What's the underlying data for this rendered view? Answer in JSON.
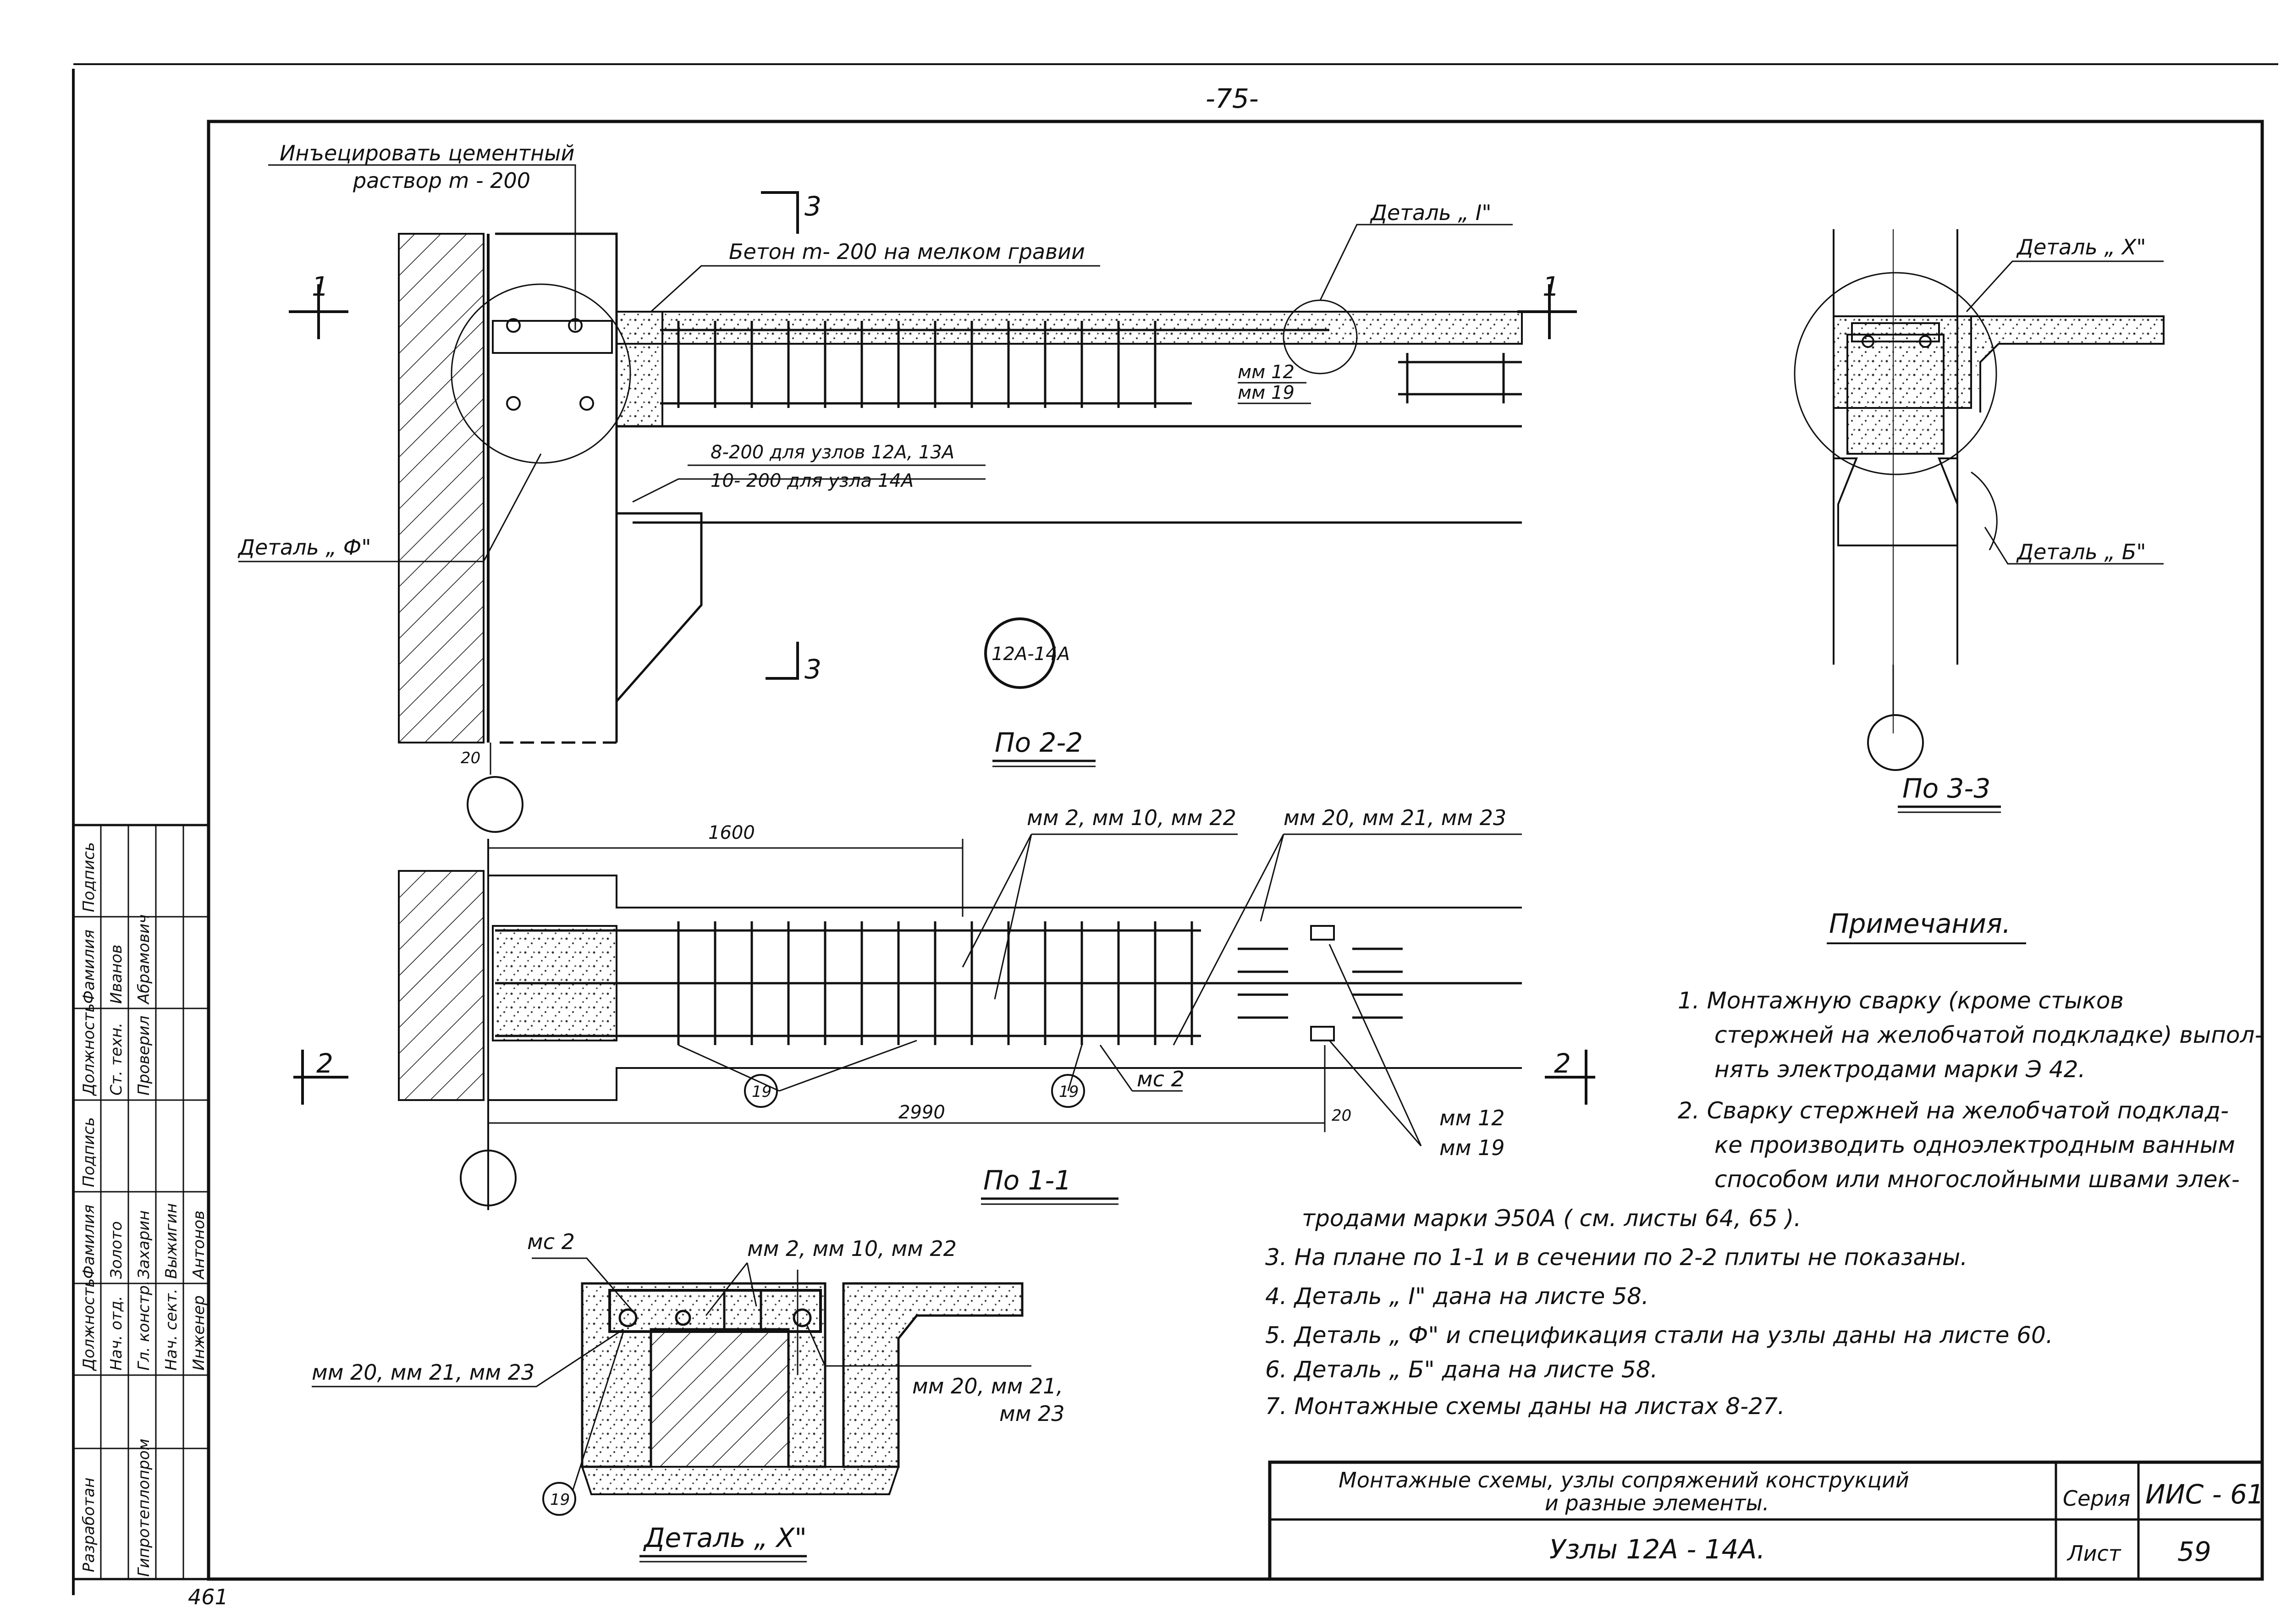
{
  "page_number": "-75-",
  "sheet_number_bottom": "461",
  "labels": {
    "inject_line1": "Инъецировать цементный",
    "inject_line2": "раствор m - 200",
    "concrete": "Бетон m- 200 на мелком гравии",
    "detail_I_top": "Деталь „ I\"",
    "detail_F": "Деталь „ Ф\"",
    "detail_X_top": "Деталь „ X\"",
    "detail_B": "Деталь „ Б\"",
    "mm12_a": "мм 12",
    "mm19_a": "мм 19",
    "spec1": "8-200 для узлов 12А, 13А",
    "spec2": "10- 200 для узла 14А",
    "circle_mark": "12А-14А",
    "section_2_2": "По 2-2",
    "section_3_3": "По 3-3",
    "section_1_1": "По 1-1",
    "detail_X_bottom": "Деталь „ X\"",
    "cut_1": "1",
    "cut_2": "2",
    "cut_3": "3",
    "dim_1600": "1600",
    "dim_2990": "2990",
    "dim_20a": "20",
    "dim_20b": "20",
    "callout_mm2": "мм 2, мм 10, мм 22",
    "callout_mm20": "мм 20, мм 21, мм 23",
    "mark_19": "19",
    "mc2": "мс 2",
    "mm12_b": "мм 12",
    "mm19_b": "мм 19",
    "x_mc2": "мс 2",
    "x_mm2": "мм 2, мм 10, мм 22",
    "x_mm20_left": "мм 20, мм 21, мм 23",
    "x_mm20_right_1": "мм 20, мм 21,",
    "x_mm20_right_2": "мм 23",
    "x_19": "19"
  },
  "notes": {
    "title": "Примечания.",
    "lines": [
      "1. Монтажную сварку (кроме стыков",
      "стержней на желобчатой подкладке) выпол-",
      "нять электродами марки Э 42.",
      "2. Сварку стержней на желобчатой подклад-",
      "ке производить одноэлектродным ванным",
      "способом или многослойными швами элек-",
      "тродами марки Э50А ( см. листы 64, 65 ).",
      "3. На плане по 1-1 и в сечении по 2-2 плиты не показаны.",
      "4. Деталь „ I\" дана на листе 58.",
      "5. Деталь „ Ф\" и спецификация стали на узлы даны на листе 60.",
      "6. Деталь „ Б\" дана на листе 58.",
      "7. Монтажные схемы даны на листах 8-27."
    ]
  },
  "title_block": {
    "title_line1": "Монтажные схемы, узлы сопряжений конструкций",
    "title_line2": "и разные элементы.",
    "subtitle": "Узлы 12А - 14А.",
    "series_label": "Серия",
    "series_value": "ИИС - 61",
    "sheet_label": "Лист",
    "sheet_value": "59"
  },
  "stamp": {
    "developer": "Разработан",
    "org": "Гипротеплопром",
    "headers": [
      "Должность",
      "Фамилия",
      "Подпись",
      "Должность",
      "Фамилия",
      "Подпись"
    ],
    "rows": [
      [
        "Нач. отд.",
        "Золото"
      ],
      [
        "Гл. констр.",
        "Захарин"
      ],
      [
        "Нач. сект.",
        "Выжигин"
      ],
      [
        "Инженер",
        "Антонов"
      ]
    ],
    "rows_top": [
      [
        "Ст. техн.",
        "Иванов"
      ],
      [
        "Проверил",
        "Абрамович"
      ]
    ]
  }
}
